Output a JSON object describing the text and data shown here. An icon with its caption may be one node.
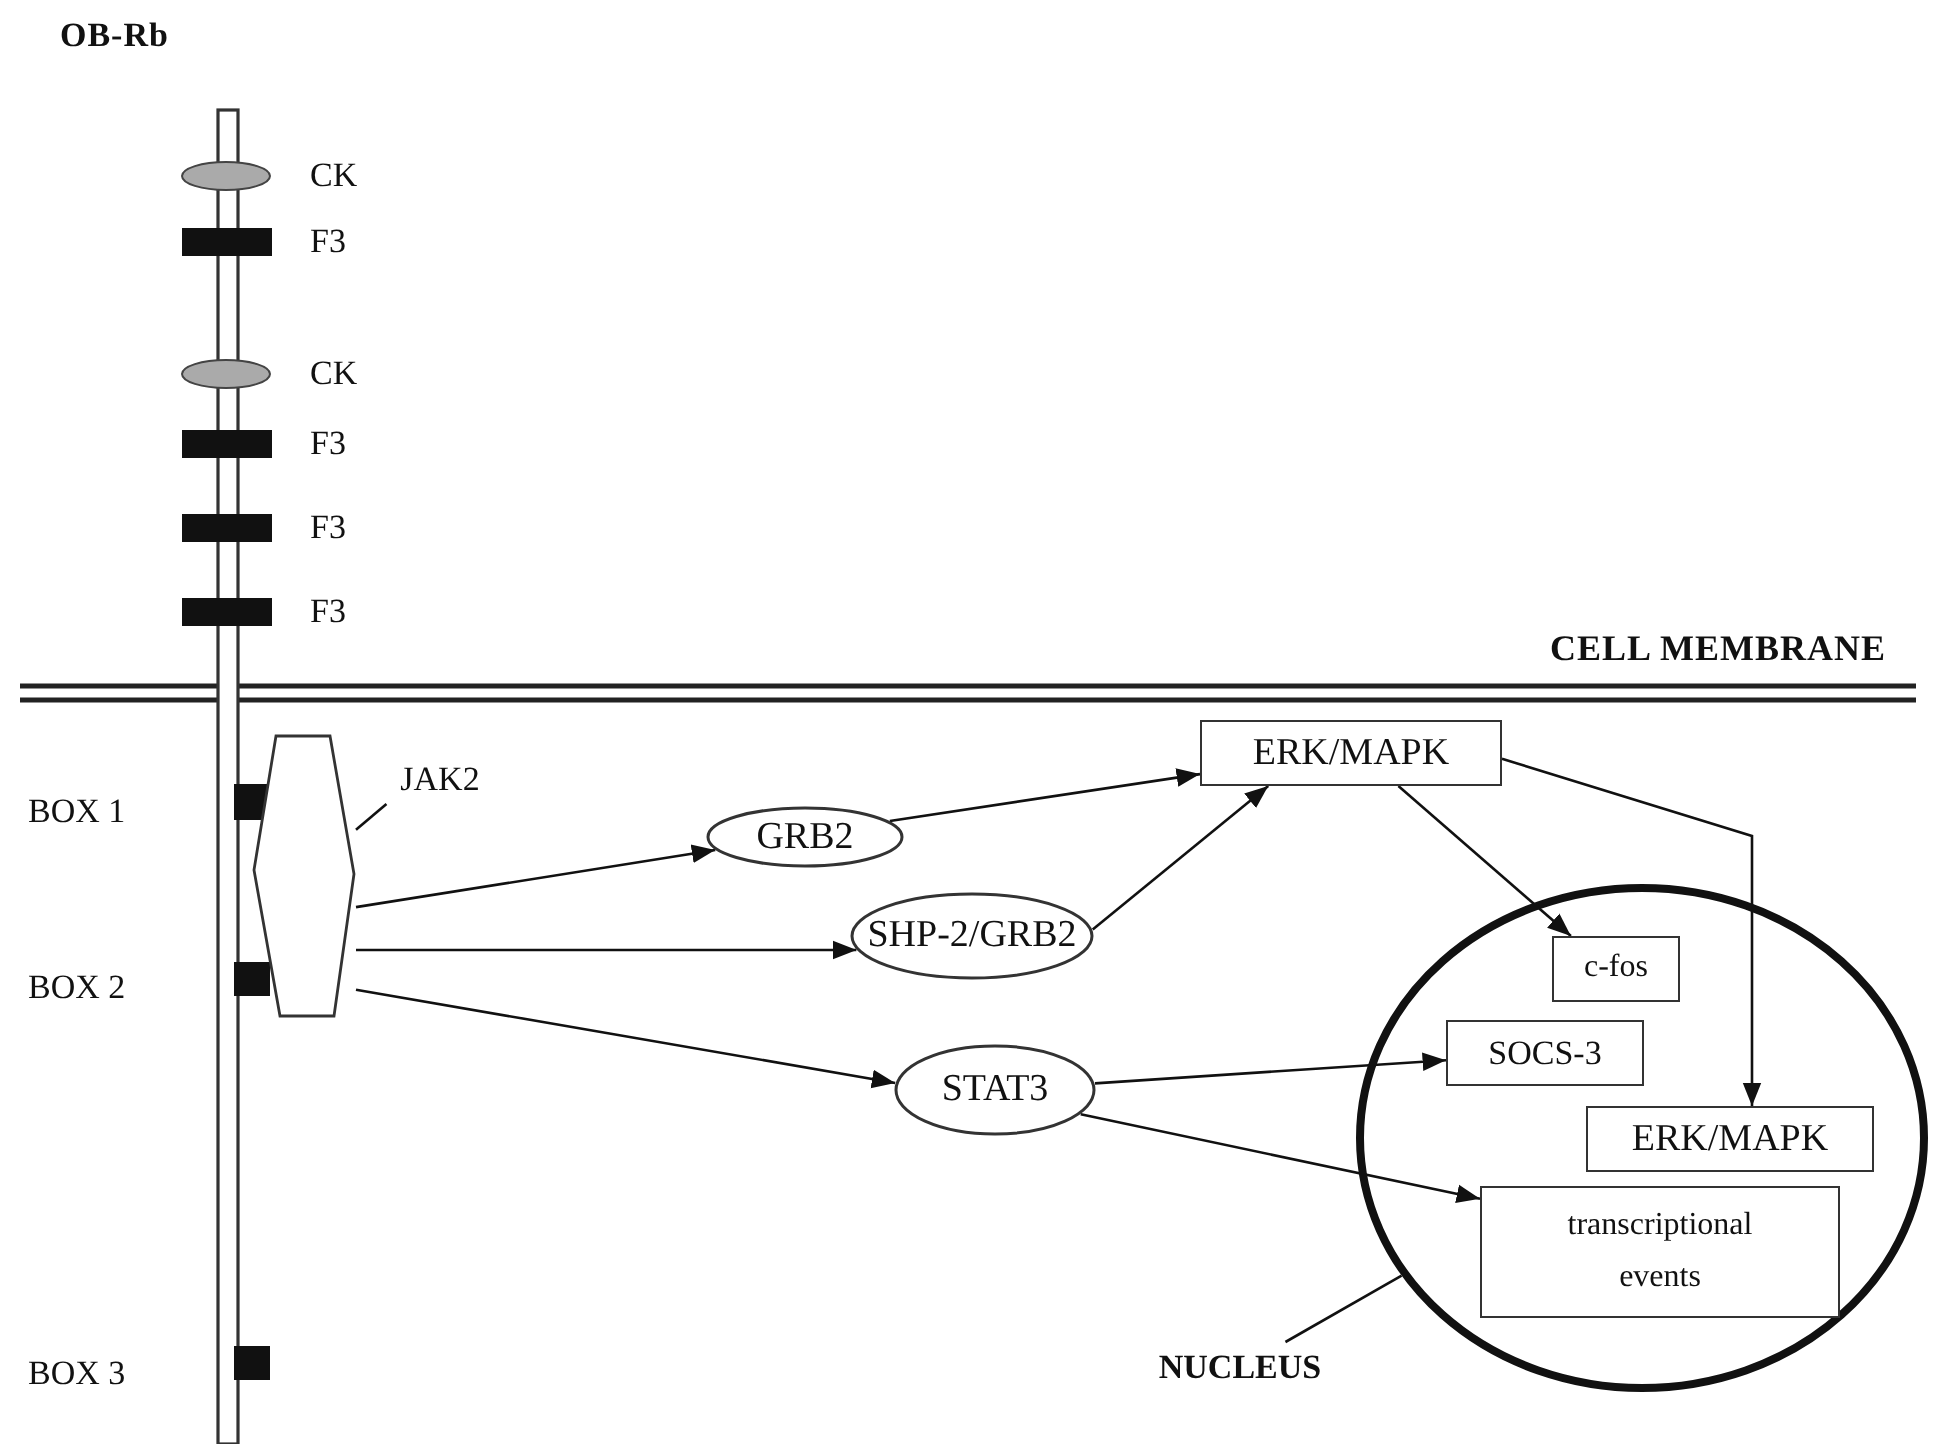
{
  "diagram": {
    "nodes": [
      {
        "text": [
          "JAK2"
        ]
      },
      {
        "text": [],
        "shape": "hexagon"
      },
      {
        "text": [
          "GRB2"
        ]
      },
      {
        "text": [
          "SHP-2/GRB2"
        ]
      },
      {
        "text": [
          "STAT3"
        ]
      },
      {
        "text": [
          "ERK/MAPK"
        ]
      },
      {
        "text": [
          "NUCLEUS"
        ]
      },
      {
        "text": [],
        "shape": "circle"
      },
      {
        "text": [
          "c-fos"
        ],
        "in": 7
      },
      {
        "text": [
          "SOCS-3"
        ],
        "in": 7
      },
      {
        "text": [
          "ERK/MAPK"
        ],
        "in": 7
      },
      {
        "text": [
          "transcriptional events"
        ],
        "in": 7
      }
    ],
    "edges": [
      {
        "from": 0,
        "to": 1,
        "arrow": "none"
      },
      {
        "from": 1,
        "to": 2,
        "arrow": "to"
      },
      {
        "from": 1,
        "to": 3,
        "arrow": "to"
      },
      {
        "from": 1,
        "to": 4,
        "arrow": "to"
      },
      {
        "from": 2,
        "to": 5,
        "arrow": "to"
      },
      {
        "from": 3,
        "to": 5,
        "arrow": "to"
      },
      {
        "from": 5,
        "to": 8,
        "arrow": "to"
      },
      {
        "from": 5,
        "to": 10,
        "arrow": "to"
      },
      {
        "from": 4,
        "to": 9,
        "arrow": "to"
      },
      {
        "from": 4,
        "to": 11,
        "arrow": "to"
      },
      {
        "from": 6,
        "to": 7,
        "arrow": "none"
      }
    ],
    "labels": [
      "OB-Rb",
      "CK",
      "F3",
      "CK",
      "F3",
      "F3",
      "F3",
      "CELL MEMBRANE",
      "BOX 1",
      "BOX 2",
      "BOX 3"
    ]
  }
}
